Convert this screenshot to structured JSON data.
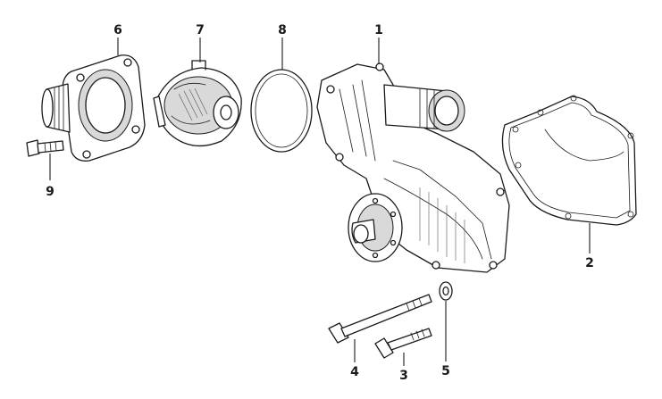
{
  "callouts": {
    "c1": "1",
    "c2": "2",
    "c3": "3",
    "c4": "4",
    "c5": "5",
    "c6": "6",
    "c7": "7",
    "c8": "8",
    "c9": "9"
  },
  "colors": {
    "ink": "#1a1a1a",
    "background": "#ffffff"
  }
}
